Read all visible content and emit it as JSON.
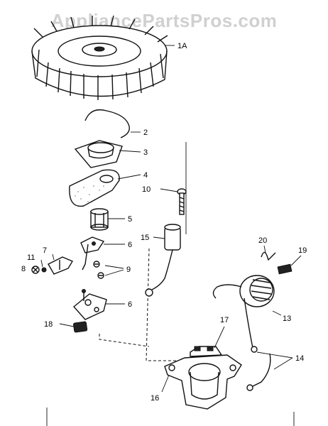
{
  "watermark": "AppliancePartsPros.com",
  "callouts": {
    "p1a": "1A",
    "p2": "2",
    "p3": "3",
    "p4": "4",
    "p5": "5",
    "p6a": "6",
    "p6b": "6",
    "p7": "7",
    "p8": "8",
    "p9": "9",
    "p10": "10",
    "p11": "11",
    "p13": "13",
    "p14": "14",
    "p15": "15",
    "p16": "16",
    "p17": "17",
    "p18": "18",
    "p19": "19",
    "p20": "20"
  }
}
